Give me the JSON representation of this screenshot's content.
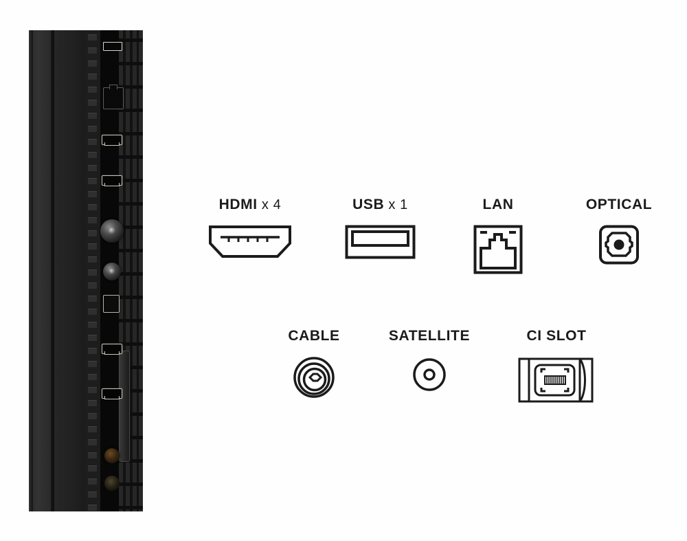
{
  "page": {
    "background_color": "#fefefe",
    "ink_color": "#1b1b1b"
  },
  "product_image": {
    "alt": "tv-side-connector-panel",
    "description": "Close-up photo of the left-side connector panel of a television showing HDMI, LAN, coaxial, optical and CI slot ports"
  },
  "legend": {
    "rows": [
      {
        "items": [
          {
            "label": "HDMI",
            "multiplier": "x 4",
            "icon": "hdmi-icon"
          },
          {
            "label": "USB",
            "multiplier": "x 1",
            "icon": "usb-icon"
          },
          {
            "label": "LAN",
            "multiplier": "",
            "icon": "lan-icon"
          },
          {
            "label": "OPTICAL",
            "multiplier": "",
            "icon": "optical-icon"
          }
        ]
      },
      {
        "items": [
          {
            "label": "CABLE",
            "multiplier": "",
            "icon": "cable-coax-icon"
          },
          {
            "label": "SATELLITE",
            "multiplier": "",
            "icon": "satellite-coax-icon"
          },
          {
            "label": "CI SLOT",
            "multiplier": "",
            "icon": "ci-slot-icon"
          }
        ]
      }
    ]
  }
}
